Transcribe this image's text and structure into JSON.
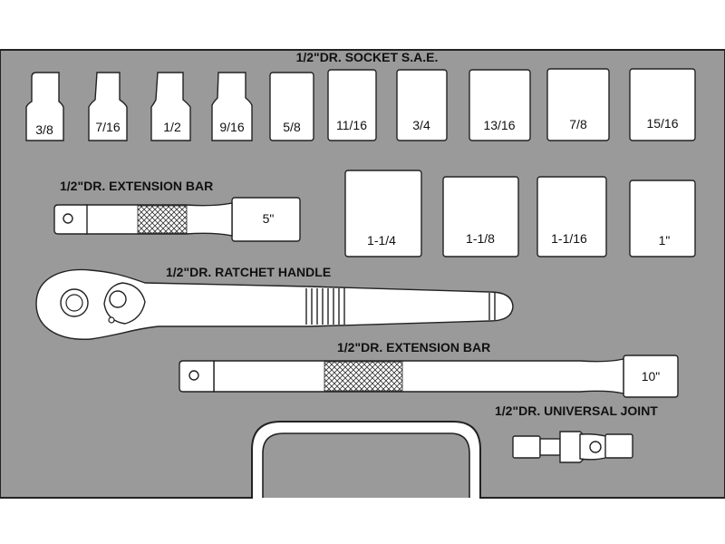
{
  "colors": {
    "tray": "#9a9a9a",
    "outline": "#222222",
    "parts": "#ffffff"
  },
  "labels": {
    "socket_header": "1/2\"DR. SOCKET S.A.E.",
    "extension_short": "1/2\"DR. EXTENSION BAR",
    "ratchet": "1/2\"DR. RATCHET HANDLE",
    "extension_long": "1/2\"DR. EXTENSION BAR",
    "universal_joint": "1/2\"DR. UNIVERSAL JOINT"
  },
  "sockets_small": [
    "3/8",
    "7/16",
    "1/2",
    "9/16",
    "5/8",
    "11/16",
    "3/4",
    "13/16",
    "7/8",
    "15/16"
  ],
  "sockets_large": [
    "1-1/4",
    "1-1/8",
    "1-1/16",
    "1\""
  ],
  "extension_short_length": "5\"",
  "extension_long_length": "10\""
}
